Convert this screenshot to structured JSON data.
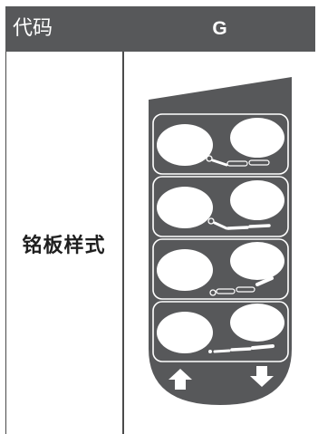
{
  "header": {
    "code_label": "代码",
    "value": "G"
  },
  "row": {
    "label": "铭板样式"
  },
  "colors": {
    "header_bg": "#57585a",
    "plate": "#57585a",
    "plate_light": "#ffffff"
  },
  "icons": {
    "up": "arrow-up-icon",
    "down": "arrow-down-icon"
  }
}
